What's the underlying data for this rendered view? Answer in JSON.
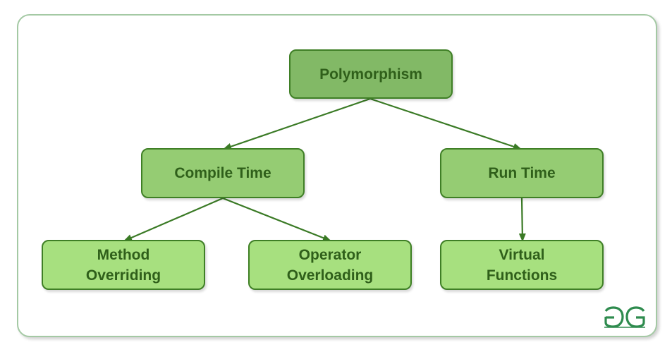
{
  "diagram": {
    "root": {
      "label": "Polymorphism"
    },
    "compile_time": {
      "label": "Compile Time"
    },
    "run_time": {
      "label": "Run Time"
    },
    "method_overriding": {
      "line1": "Method",
      "line2": "Overriding"
    },
    "operator_overloading": {
      "line1": "Operator",
      "line2": "Overloading"
    },
    "virtual_functions": {
      "line1": "Virtual",
      "line2": "Functions"
    },
    "edges": [
      {
        "from": "Polymorphism",
        "to": "Compile Time"
      },
      {
        "from": "Polymorphism",
        "to": "Run Time"
      },
      {
        "from": "Compile Time",
        "to": "Method Overriding"
      },
      {
        "from": "Compile Time",
        "to": "Operator Overloading"
      },
      {
        "from": "Run Time",
        "to": "Virtual Functions"
      }
    ]
  },
  "colors": {
    "border": "#3f7f26",
    "text": "#2f5f1a",
    "level0_fill": "#82b966",
    "level1_fill": "#95cc73",
    "level2_fill": "#a7e07f",
    "frame_border": "#a4c9a4",
    "arrow": "#3a7a25",
    "logo": "#2e8b4e"
  },
  "logo": {
    "icon": "geeksforgeeks-logo-icon",
    "text": "GG"
  }
}
